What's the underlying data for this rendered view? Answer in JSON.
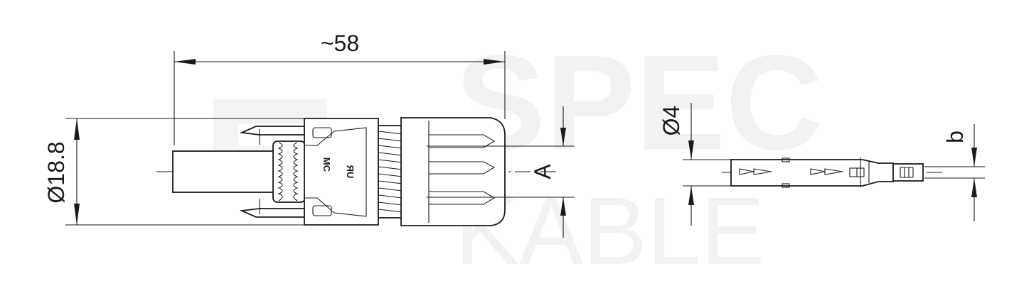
{
  "watermark": {
    "line1": "SPEC",
    "line2": "KABLE"
  },
  "dimensions": {
    "length": "~58",
    "diameter_body": "Ø18.8",
    "cable_range": "A",
    "pin_diameter": "Ø4",
    "pin_width": "b"
  },
  "logos": {
    "brand": "MC",
    "certification": "ЯU"
  }
}
